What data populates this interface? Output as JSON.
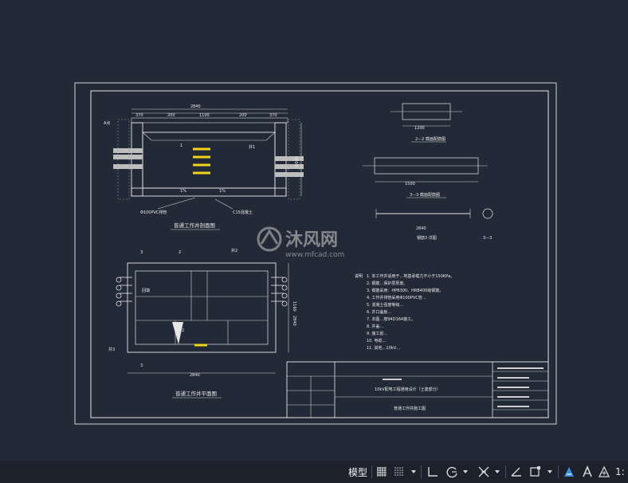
{
  "drawing": {
    "sections": {
      "plan_title": "普通工作井平面图",
      "section_title": "普通工作井剖面图",
      "s22": "2—2 截面配筋图",
      "s33": "3—3 截面配筋图",
      "bar_detail": "钢筋3 详图",
      "bar_detail_tag": "3—3"
    },
    "dimensions": {
      "d2840": "2840",
      "d1100": "1100",
      "d370": "370",
      "d200": "200",
      "d1200": "1200",
      "d1800": "1800",
      "d1160": "1160",
      "d1500": "1500"
    },
    "labels": {
      "pipe": "Φ100PVC排管",
      "concrete": "C15混凝土",
      "fill": "回填",
      "grade_a": "A点",
      "mark1": "1",
      "mark2": "2",
      "mark3": "3",
      "mark12": "1%",
      "pit_label": "井1",
      "cover_label": "井2",
      "well3": "井3"
    },
    "notes_title": "说明",
    "notes": [
      "1. 本工作井适用于…地基承载力不小于150KPa。",
      "2. 钢筋…保护层厚度。",
      "3. 钢筋采用：HPB300、HRB400级钢筋。",
      "4. 工作井排管采用Φ100PVC管…",
      "5. 混凝土强度等级…",
      "6. 井口盖板…",
      "7. 本图…按94D164施工。",
      "8. 井盖…",
      "9. 施工前…",
      "10. 电缆…",
      "11. 其他…10kV…"
    ],
    "titleblock": {
      "project": "10kV配电工程通用设计（土建部分）",
      "drawing_name": "普通工作井施工图"
    }
  },
  "watermark": {
    "brand": "沐风网",
    "url": "www.mfcad.com"
  },
  "statusbar": {
    "model": "模型",
    "scale": "1:"
  },
  "colors": {
    "canvas": "#232a37",
    "line": "#e6e6e6",
    "accent_yellow": "#f2d21b",
    "statusbar": "#1c212b",
    "icon_blue": "#3d8fe0"
  }
}
